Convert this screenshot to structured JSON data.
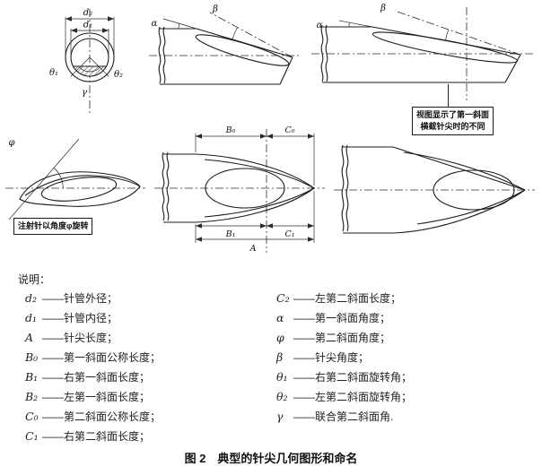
{
  "caption": "图 2　典型的针尖几何图形和命名",
  "legend": {
    "title": "说明：",
    "left": [
      {
        "sym": "d₂",
        "txt": "——针管外径；"
      },
      {
        "sym": "d₁",
        "txt": "——针管内径；"
      },
      {
        "sym": "A",
        "txt": "——针尖长度；"
      },
      {
        "sym": "B₀",
        "txt": "——第一斜面公称长度；"
      },
      {
        "sym": "B₁",
        "txt": "——右第一斜面长度；"
      },
      {
        "sym": "B₂",
        "txt": "——左第一斜面长度；"
      },
      {
        "sym": "C₀",
        "txt": "——第二斜面公称长度；"
      },
      {
        "sym": "C₁",
        "txt": "——右第二斜面长度；"
      }
    ],
    "right": [
      {
        "sym": "C₂",
        "txt": "——左第二斜面长度；"
      },
      {
        "sym": "α",
        "txt": "——第一斜面角度；"
      },
      {
        "sym": "φ",
        "txt": "——第二斜面角度；"
      },
      {
        "sym": "β",
        "txt": "——针尖角度；"
      },
      {
        "sym": "θ₁",
        "txt": "——右第二斜面旋转角；"
      },
      {
        "sym": "θ₂",
        "txt": "——左第二斜面旋转角；"
      },
      {
        "sym": "γ",
        "txt": "——联合第二斜面角."
      }
    ]
  },
  "diagrams": {
    "cross_section": {
      "d2": "d₂",
      "d1": "d₁",
      "theta1": "θ₁",
      "theta2": "θ₂",
      "gamma": "γ"
    },
    "side_view_a": {
      "alpha": "α",
      "beta": "β"
    },
    "side_view_b": {
      "alpha": "α",
      "beta": "β",
      "note_line1": "视图显示了第一斜面",
      "note_line2": "横截针尖时的不同"
    },
    "rotated_view": {
      "phi": "φ",
      "note": "注射针以角度φ旋转"
    },
    "plan_view": {
      "b0": "B₀",
      "c0": "C₀",
      "b1": "B₁",
      "c1": "C₁",
      "a": "A"
    }
  }
}
